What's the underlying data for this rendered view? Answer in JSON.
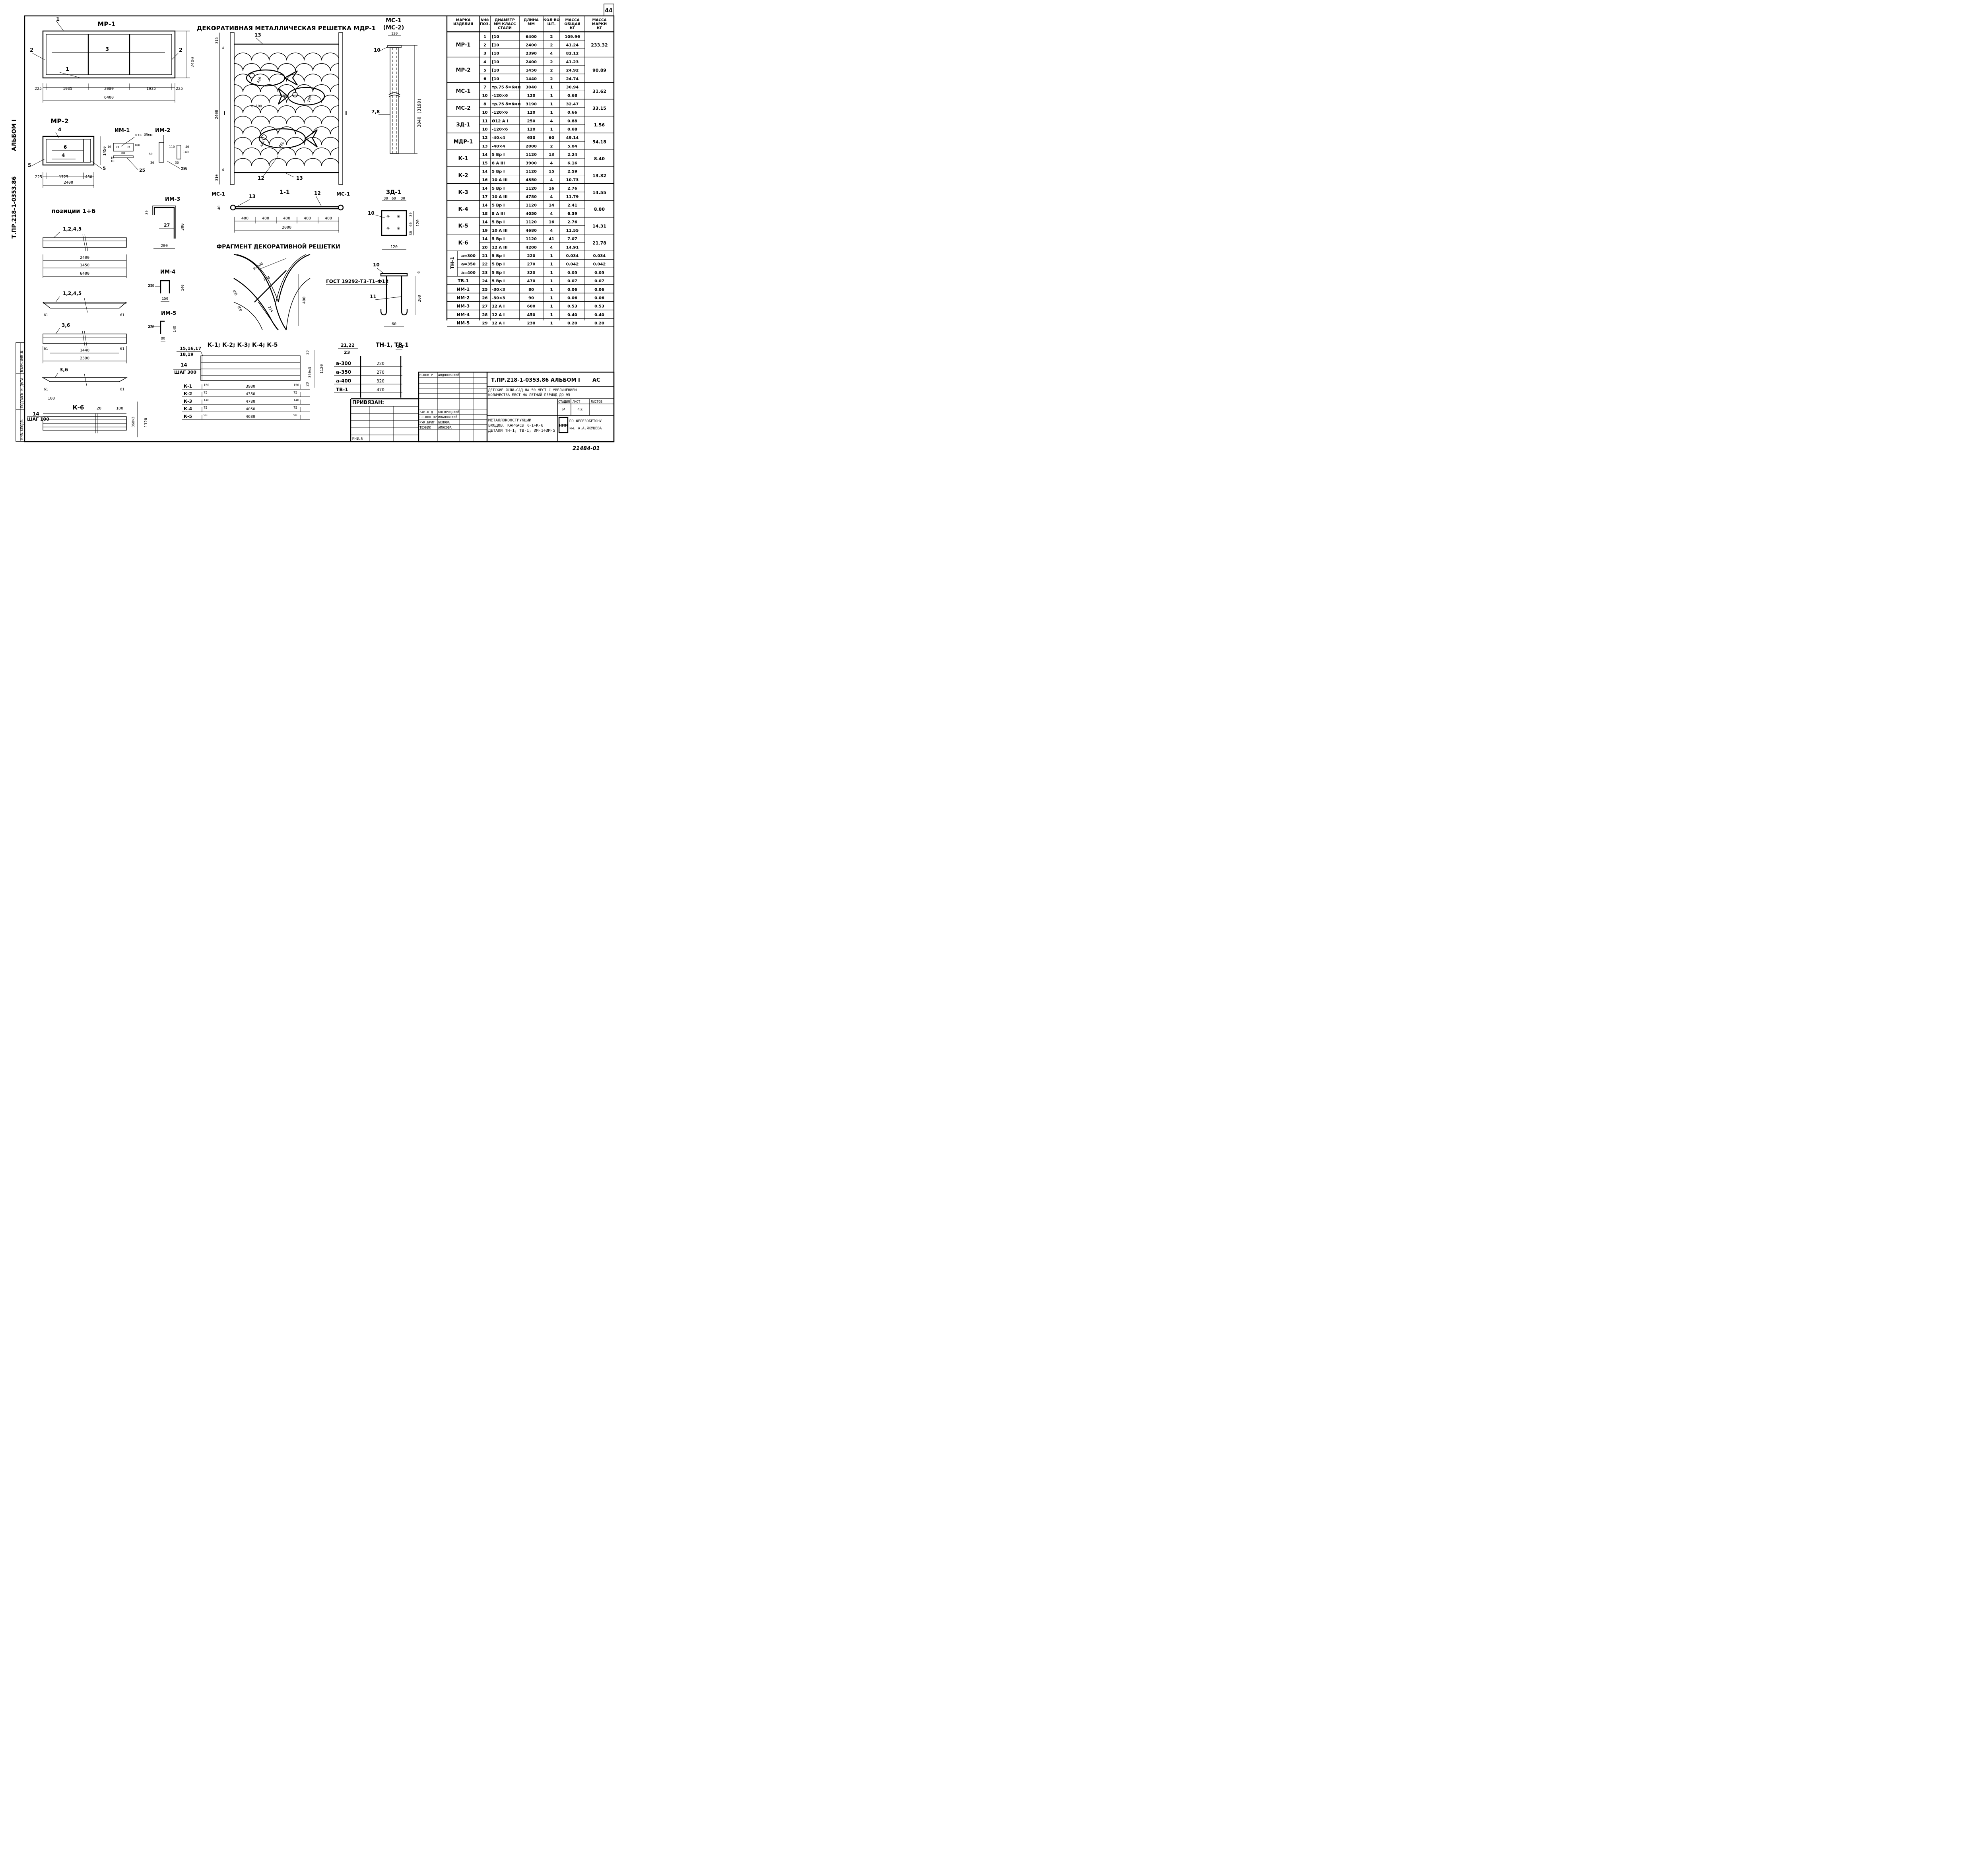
{
  "sheet_number": "44",
  "stamp_number": "21484-01",
  "left_margin": {
    "album": "АЛЬБОМ I",
    "code": "Т.ПР.218-1-0353.86"
  },
  "left_box_labels": [
    "ИНВ.№ПОДЛ.",
    "ПОДПИСЬ И ДАТА",
    "ВЗАМ.ИНВ.№"
  ],
  "views": {
    "mr1": {
      "title": "МР-1",
      "pos": [
        "1",
        "2",
        "2",
        "3",
        "1"
      ],
      "dims": [
        "225",
        "1935",
        "2080",
        "1935",
        "225",
        "6400",
        "2400"
      ]
    },
    "mr2": {
      "title": "МР-2",
      "pos": [
        "4",
        "6",
        "4",
        "5",
        "5"
      ],
      "dims": [
        "225",
        "1725",
        "450",
        "2400",
        "1450"
      ]
    },
    "im12": {
      "title1": "ИМ-1",
      "title2": "ИМ-2",
      "hole": "отв Ø5мм",
      "pos": [
        "25",
        "26"
      ],
      "dims": [
        "10",
        "80",
        "10",
        "10",
        "100",
        "80",
        "10",
        "10",
        "30",
        "10",
        "5",
        "10",
        "110",
        "10",
        "140",
        "30",
        "10",
        "40"
      ]
    },
    "positions": {
      "title": "позиции 1÷6",
      "labels": [
        "1,2,4,5",
        "1,2,4,5",
        "3,6",
        "3,6"
      ],
      "dims": [
        "2400",
        "1450",
        "6400",
        "61",
        "61",
        "61",
        "1440",
        "61",
        "2390",
        "61",
        "61"
      ]
    },
    "mdr1": {
      "title": "ДЕКОРАТИВНАЯ МЕТАЛЛИЧЕСКАЯ РЕШЕТКА МДР-1",
      "labels": [
        "13",
        "12",
        "13",
        "I",
        "I",
        "d=100"
      ],
      "dims": [
        "6",
        "315",
        "4",
        "2400",
        "310",
        "4",
        "420",
        "260",
        "180",
        "460",
        "460"
      ]
    },
    "section11": {
      "title": "1-1",
      "labels": [
        "13",
        "12",
        "МС-1",
        "МС-1"
      ],
      "dims": [
        "40",
        "400",
        "400",
        "400",
        "400",
        "400",
        "2000"
      ]
    },
    "fragment": {
      "title": "ФРАГМЕНТ ДЕКОРАТИВНОЙ РЕШЕТКИ",
      "dims": [
        "R=200",
        "270",
        "460",
        "460",
        "274",
        "400"
      ]
    },
    "ms": {
      "title1": "МС-1",
      "title2": "(МС-2)",
      "labels": [
        "10",
        "7,8"
      ],
      "dims": [
        "120",
        "3040 (3190)"
      ]
    },
    "zd1": {
      "title": "ЗД-1",
      "labels": [
        "10"
      ],
      "dims": [
        "30",
        "60",
        "30",
        "30",
        "60",
        "30",
        "120",
        "120"
      ]
    },
    "tn": {
      "gost": "ГОСТ 19292-Т3-Т1-Ф12",
      "labels": [
        "10",
        "11"
      ],
      "dims": [
        "6",
        "200",
        "60"
      ]
    },
    "im3": {
      "title": "ИМ-3",
      "labels": [
        "27"
      ],
      "dims": [
        "80",
        "300",
        "200"
      ]
    },
    "im4": {
      "title": "ИМ-4",
      "labels": [
        "28"
      ],
      "dims": [
        "140",
        "150"
      ]
    },
    "im5": {
      "title": "ИМ-5",
      "labels": [
        "29"
      ],
      "dims": [
        "140",
        "80"
      ]
    },
    "k": {
      "title": "К-1; К-2; К-3; К-4; К-5",
      "labels": [
        "15,16,17",
        "18,19",
        "14",
        "ШАГ 300"
      ],
      "dims": [
        "20",
        "360×3",
        "1120",
        "20"
      ],
      "rows": [
        {
          "name": "К-1",
          "a": "150",
          "len": "3980",
          "b": "150"
        },
        {
          "name": "К-2",
          "a": "75",
          "len": "4350",
          "b": "75"
        },
        {
          "name": "К-3",
          "a": "140",
          "len": "4780",
          "b": "140"
        },
        {
          "name": "К-4",
          "a": "75",
          "len": "4050",
          "b": "75"
        },
        {
          "name": "К-5",
          "a": "90",
          "len": "4680",
          "b": "90"
        }
      ]
    },
    "k6": {
      "title": "К-6",
      "labels": [
        "14",
        "ШАГ 100"
      ],
      "dims": [
        "100",
        "20",
        "100",
        "20",
        "360×3",
        "1120"
      ]
    },
    "tn1": {
      "title": "ТН-1, ТВ-1",
      "pos": [
        "21,22",
        "23",
        "24"
      ],
      "rows": [
        {
          "a": "а-300",
          "v": "220"
        },
        {
          "a": "а-350",
          "v": "270"
        },
        {
          "a": "а-400",
          "v": "320"
        },
        {
          "a": "ТВ-1",
          "v": "470"
        }
      ]
    }
  },
  "spec_table": {
    "headers": [
      "МАРКА ИЗДЕЛИЯ",
      "№№ ПОЗ.",
      "ДИАМЕТР ММ КЛАСС СТАЛИ",
      "ДЛИНА ММ",
      "КОЛ-ВО ШТ.",
      "МАССА ОБЩАЯ КГ",
      "МАССА МАРКИ КГ"
    ],
    "groups": [
      {
        "mark": "МР-1",
        "total": "233.32",
        "rows": [
          [
            "1",
            "[10",
            "6400",
            "2",
            "109.96"
          ],
          [
            "2",
            "[10",
            "2400",
            "2",
            "41.24"
          ],
          [
            "3",
            "[10",
            "2390",
            "4",
            "82.12"
          ]
        ]
      },
      {
        "mark": "МР-2",
        "total": "90.89",
        "rows": [
          [
            "4",
            "[10",
            "2400",
            "2",
            "41.23"
          ],
          [
            "5",
            "[10",
            "1450",
            "2",
            "24.92"
          ],
          [
            "6",
            "[10",
            "1440",
            "2",
            "24.74"
          ]
        ]
      },
      {
        "mark": "МС-1",
        "total": "31.62",
        "rows": [
          [
            "7",
            "тр.75 δ=6мм",
            "3040",
            "1",
            "30.94"
          ],
          [
            "10",
            "-120×6",
            "120",
            "1",
            "0.68"
          ]
        ]
      },
      {
        "mark": "МС-2",
        "total": "33.15",
        "rows": [
          [
            "8",
            "тр.75 δ=6мм",
            "3190",
            "1",
            "32.47"
          ],
          [
            "10",
            "-120×6",
            "120",
            "1",
            "0.66"
          ]
        ]
      },
      {
        "mark": "ЗД-1",
        "total": "1.56",
        "rows": [
          [
            "11",
            "Ø12 А I",
            "250",
            "4",
            "0.88"
          ],
          [
            "10",
            "-120×6",
            "120",
            "1",
            "0.68"
          ]
        ]
      },
      {
        "mark": "МДР-1",
        "total": "54.18",
        "rows": [
          [
            "12",
            "-40×4",
            "630",
            "60",
            "49.14"
          ],
          [
            "13",
            "-40×4",
            "2000",
            "2",
            "5.04"
          ]
        ]
      },
      {
        "mark": "К-1",
        "total": "8.40",
        "rows": [
          [
            "14",
            "5 Вр I",
            "1120",
            "13",
            "2.24"
          ],
          [
            "15",
            "8 А III",
            "3900",
            "4",
            "6.16"
          ]
        ]
      },
      {
        "mark": "К-2",
        "total": "13.32",
        "rows": [
          [
            "14",
            "5 Вр I",
            "1120",
            "15",
            "2.59"
          ],
          [
            "16",
            "10 А III",
            "4350",
            "4",
            "10.73"
          ]
        ]
      },
      {
        "mark": "К-3",
        "total": "14.55",
        "rows": [
          [
            "14",
            "5 Вр I",
            "1120",
            "16",
            "2.76"
          ],
          [
            "17",
            "10 А III",
            "4780",
            "4",
            "11.79"
          ]
        ]
      },
      {
        "mark": "К-4",
        "total": "8.80",
        "rows": [
          [
            "14",
            "5 Вр I",
            "1120",
            "14",
            "2.41"
          ],
          [
            "18",
            "8 А III",
            "4050",
            "4",
            "6.39"
          ]
        ]
      },
      {
        "mark": "К-5",
        "total": "14.31",
        "rows": [
          [
            "14",
            "5 Вр I",
            "1120",
            "16",
            "2.76"
          ],
          [
            "19",
            "10 А III",
            "4680",
            "4",
            "11.55"
          ]
        ]
      },
      {
        "mark": "К-6",
        "total": "21.78",
        "rows": [
          [
            "14",
            "5 Вр I",
            "1120",
            "41",
            "7.07"
          ],
          [
            "20",
            "12 А III",
            "4200",
            "4",
            "14.91"
          ]
        ]
      }
    ],
    "tn_label": "ТН-1",
    "tn_rows": [
      [
        "а=300",
        "21",
        "5 Вр I",
        "220",
        "1",
        "0.034",
        "0.034"
      ],
      [
        "а=350",
        "22",
        "5 Вр I",
        "270",
        "1",
        "0.042",
        "0.042"
      ],
      [
        "а=400",
        "23",
        "5 Вр I",
        "320",
        "1",
        "0.05",
        "0.05"
      ]
    ],
    "single_rows": [
      [
        "ТВ-1",
        "24",
        "5 Вр I",
        "470",
        "1",
        "0.07",
        "0.07"
      ],
      [
        "ИМ-1",
        "25",
        "-30×3",
        "80",
        "1",
        "0.06",
        "0.06"
      ],
      [
        "ИМ-2",
        "26",
        "-30×3",
        "90",
        "1",
        "0.06",
        "0.06"
      ],
      [
        "ИМ-3",
        "27",
        "12 А I",
        "600",
        "1",
        "0.53",
        "0.53"
      ],
      [
        "ИМ-4",
        "28",
        "12 А I",
        "450",
        "1",
        "0.40",
        "0.40"
      ],
      [
        "ИМ-5",
        "29",
        "12 А I",
        "230",
        "1",
        "0.20",
        "0.20"
      ]
    ]
  },
  "title_block": {
    "code": "Т.ПР.218-1-0353.86 АЛЬБОМ I",
    "mark": "АС",
    "description": "ДЕТСКИЕ ЯСЛИ-САД НА 50 МЕСТ С УВЕЛИЧЕНИЕМ КОЛИЧЕСТВА МЕСТ НА ЛЕТНИЙ ПЕРИОД ДО 95",
    "stage_headers": [
      "СТАДИЯ",
      "ЛИСТ",
      "ЛИСТОВ"
    ],
    "stage": "Р",
    "sheet": "43",
    "sheets": "",
    "drawing_title": "МЕТАЛЛОКОНСТРУКЦИИ ВХОДОВ. КАРКАСЫ К-1÷К-6 ДЕТАЛИ ТН-1; ТВ-1; ИМ-1÷ИМ-5",
    "org": "ПО ЖЕЛЕЗОБЕТОНУ им. А.А.ЯКУШЕВА",
    "org_logo": "НИИ",
    "bound": "ПРИВЯЗАН:",
    "inv": "ИНВ.№",
    "people": [
      {
        "role": "Н.КОНТР",
        "name": "АНДЫЛОВСКИЙ"
      },
      {
        "role": "ЗАВ.ОТД",
        "name": "БОГОРОДСКИЙ"
      },
      {
        "role": "ГЛ.КОН.ПР",
        "name": "ИВАНОВСКИЙ"
      },
      {
        "role": "РУК.БРИГ",
        "name": "БЕЛОВА"
      },
      {
        "role": "ТЕХНИК",
        "name": "АМОСОВА"
      }
    ]
  }
}
